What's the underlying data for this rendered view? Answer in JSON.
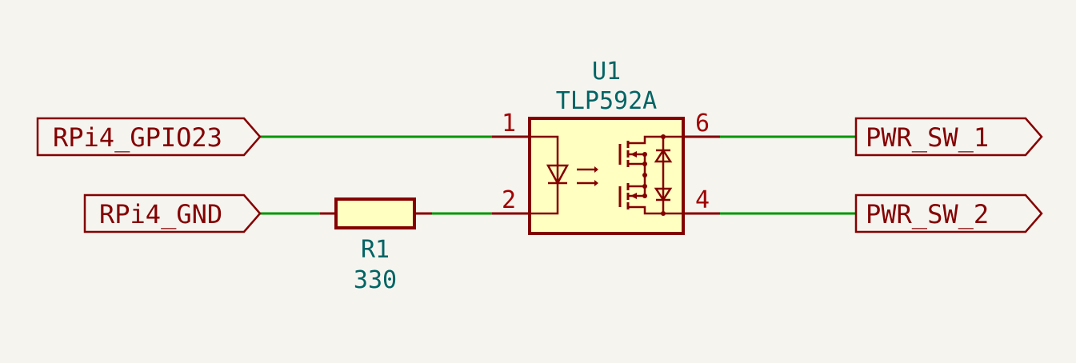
{
  "labels": {
    "gpio": "RPi4_GPIO23",
    "gnd": "RPi4_GND",
    "sw1": "PWR_SW_1",
    "sw2": "PWR_SW_2"
  },
  "resistor": {
    "ref": "R1",
    "value": "330"
  },
  "ic": {
    "ref": "U1",
    "value": "TLP592A",
    "pins": {
      "p1": "1",
      "p2": "2",
      "p6": "6",
      "p4": "4"
    }
  },
  "colors": {
    "wire": "#009600",
    "symbol": "#840000",
    "reference": "#006464",
    "body": "#ffffc2",
    "background": "#f5f4ef"
  }
}
